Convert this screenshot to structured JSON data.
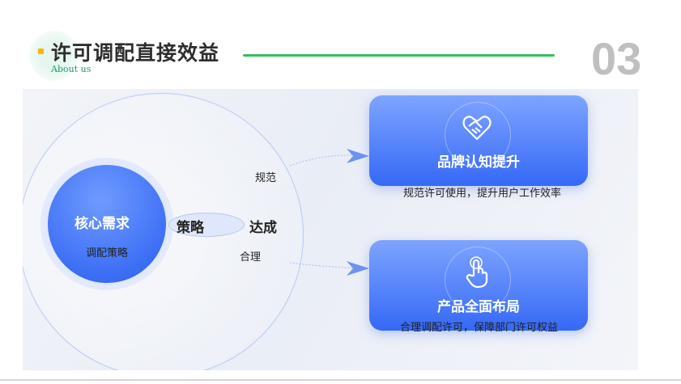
{
  "header": {
    "title": "许可调配直接效益",
    "subtitle": "About us",
    "page_number": "03"
  },
  "diagram": {
    "core": {
      "title": "核心需求",
      "subtitle": "调配策略"
    },
    "strategy": "策略",
    "achieve": "达成",
    "label_top": "规范",
    "label_bottom": "合理",
    "cards": [
      {
        "title": "品牌认知提升",
        "description": "规范许可使用，提升用户工作效率",
        "icon": "handshake-heart-icon"
      },
      {
        "title": "产品全面布局",
        "description": "合理调配许可，保障部门许可权益",
        "icon": "hand-pointer-icon"
      }
    ]
  },
  "colors": {
    "accent": "#2ec15a",
    "card": "#3569f6",
    "bullet": "#f6b800"
  }
}
